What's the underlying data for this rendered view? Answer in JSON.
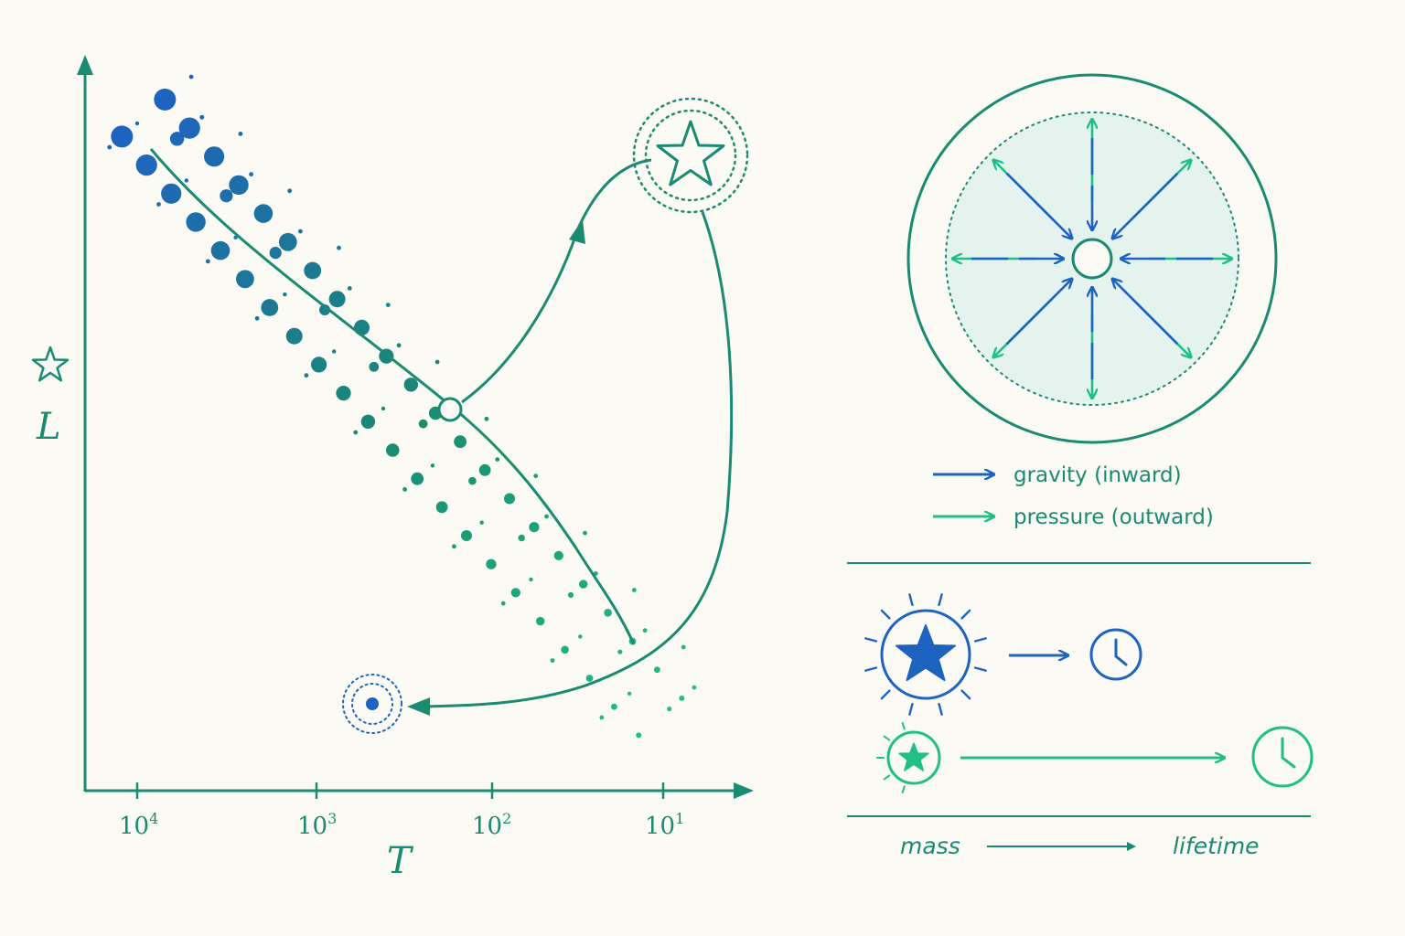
{
  "colors": {
    "background": "#fbfaf5",
    "teal": "#1a8a70",
    "blue": "#1f63c0",
    "green": "#1fbf86",
    "fill": "#e4f3ee"
  },
  "hr_diagram": {
    "y_axis_label": "L",
    "y_axis_icon": "star-outline-icon",
    "x_axis_label": "T",
    "x_ticks": [
      {
        "base": "10",
        "exp": "4"
      },
      {
        "base": "10",
        "exp": "3"
      },
      {
        "base": "10",
        "exp": "2"
      },
      {
        "base": "10",
        "exp": "1"
      }
    ],
    "markers": {
      "turnoff": "open-circle-marker",
      "giant": "star-outline-icon",
      "remnant": "target-dot-icon"
    }
  },
  "equilibrium": {
    "legend": [
      {
        "label": "gravity (inward)",
        "color": "#1f63c0"
      },
      {
        "label": "pressure (outward)",
        "color": "#1fbf86"
      }
    ]
  },
  "mass_lifetime": {
    "massive_star_icon": "star-filled-sun-icon",
    "small_star_icon": "star-filled-small-icon",
    "clock_icon": "clock-icon",
    "footer": {
      "left": "mass",
      "right": "lifetime"
    }
  }
}
